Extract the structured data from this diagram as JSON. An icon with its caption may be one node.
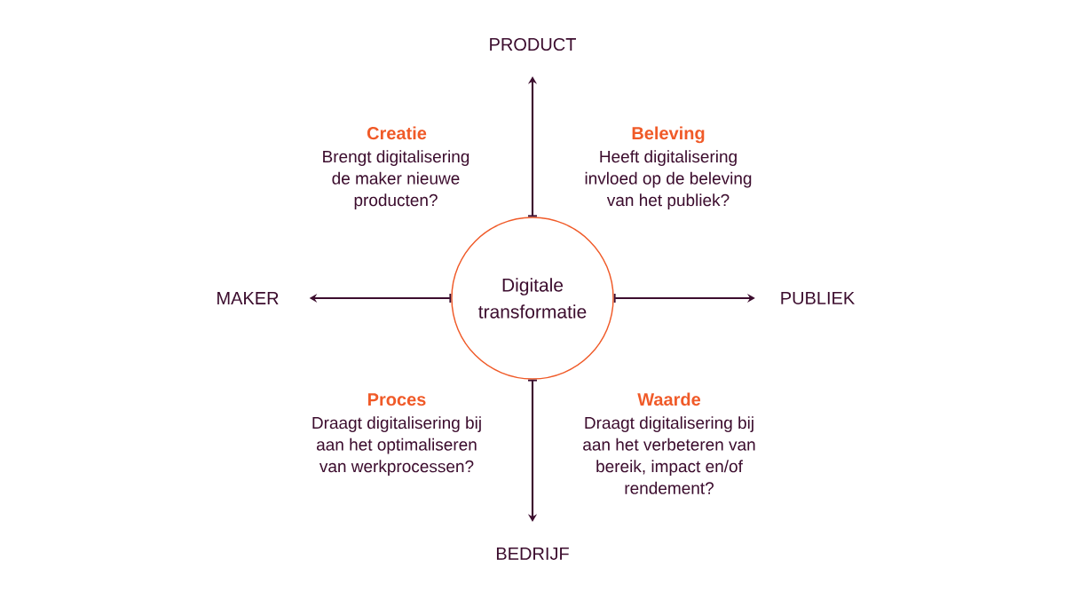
{
  "diagram": {
    "nodes": [
      {
        "text": [
          "PRODUCT"
        ]
      },
      {
        "text": [
          "MAKER"
        ]
      },
      {
        "text": [
          "Digitale transformatie"
        ]
      },
      {
        "text": [
          "PUBLIEK"
        ]
      },
      {
        "text": [
          "BEDRIJF"
        ]
      }
    ],
    "edges": [
      {
        "from": 2,
        "to": 0,
        "arrow": "to"
      },
      {
        "from": 2,
        "to": 1,
        "arrow": "to"
      },
      {
        "from": 2,
        "to": 3,
        "arrow": "to"
      },
      {
        "from": 2,
        "to": 4,
        "arrow": "to"
      }
    ],
    "labels": [
      "Creatie",
      "Brengt digitalisering de maker nieuwe producten?",
      "Beleving",
      "Heeft digitalisering invloed op de beleving van het publiek?",
      "Proces",
      "Draagt digitalisering bij aan het optimaliseren van werkprocessen?",
      "Waarde",
      "Draagt digitalisering bij aan het verbeteren van bereik, impact en/of rendement?"
    ]
  }
}
